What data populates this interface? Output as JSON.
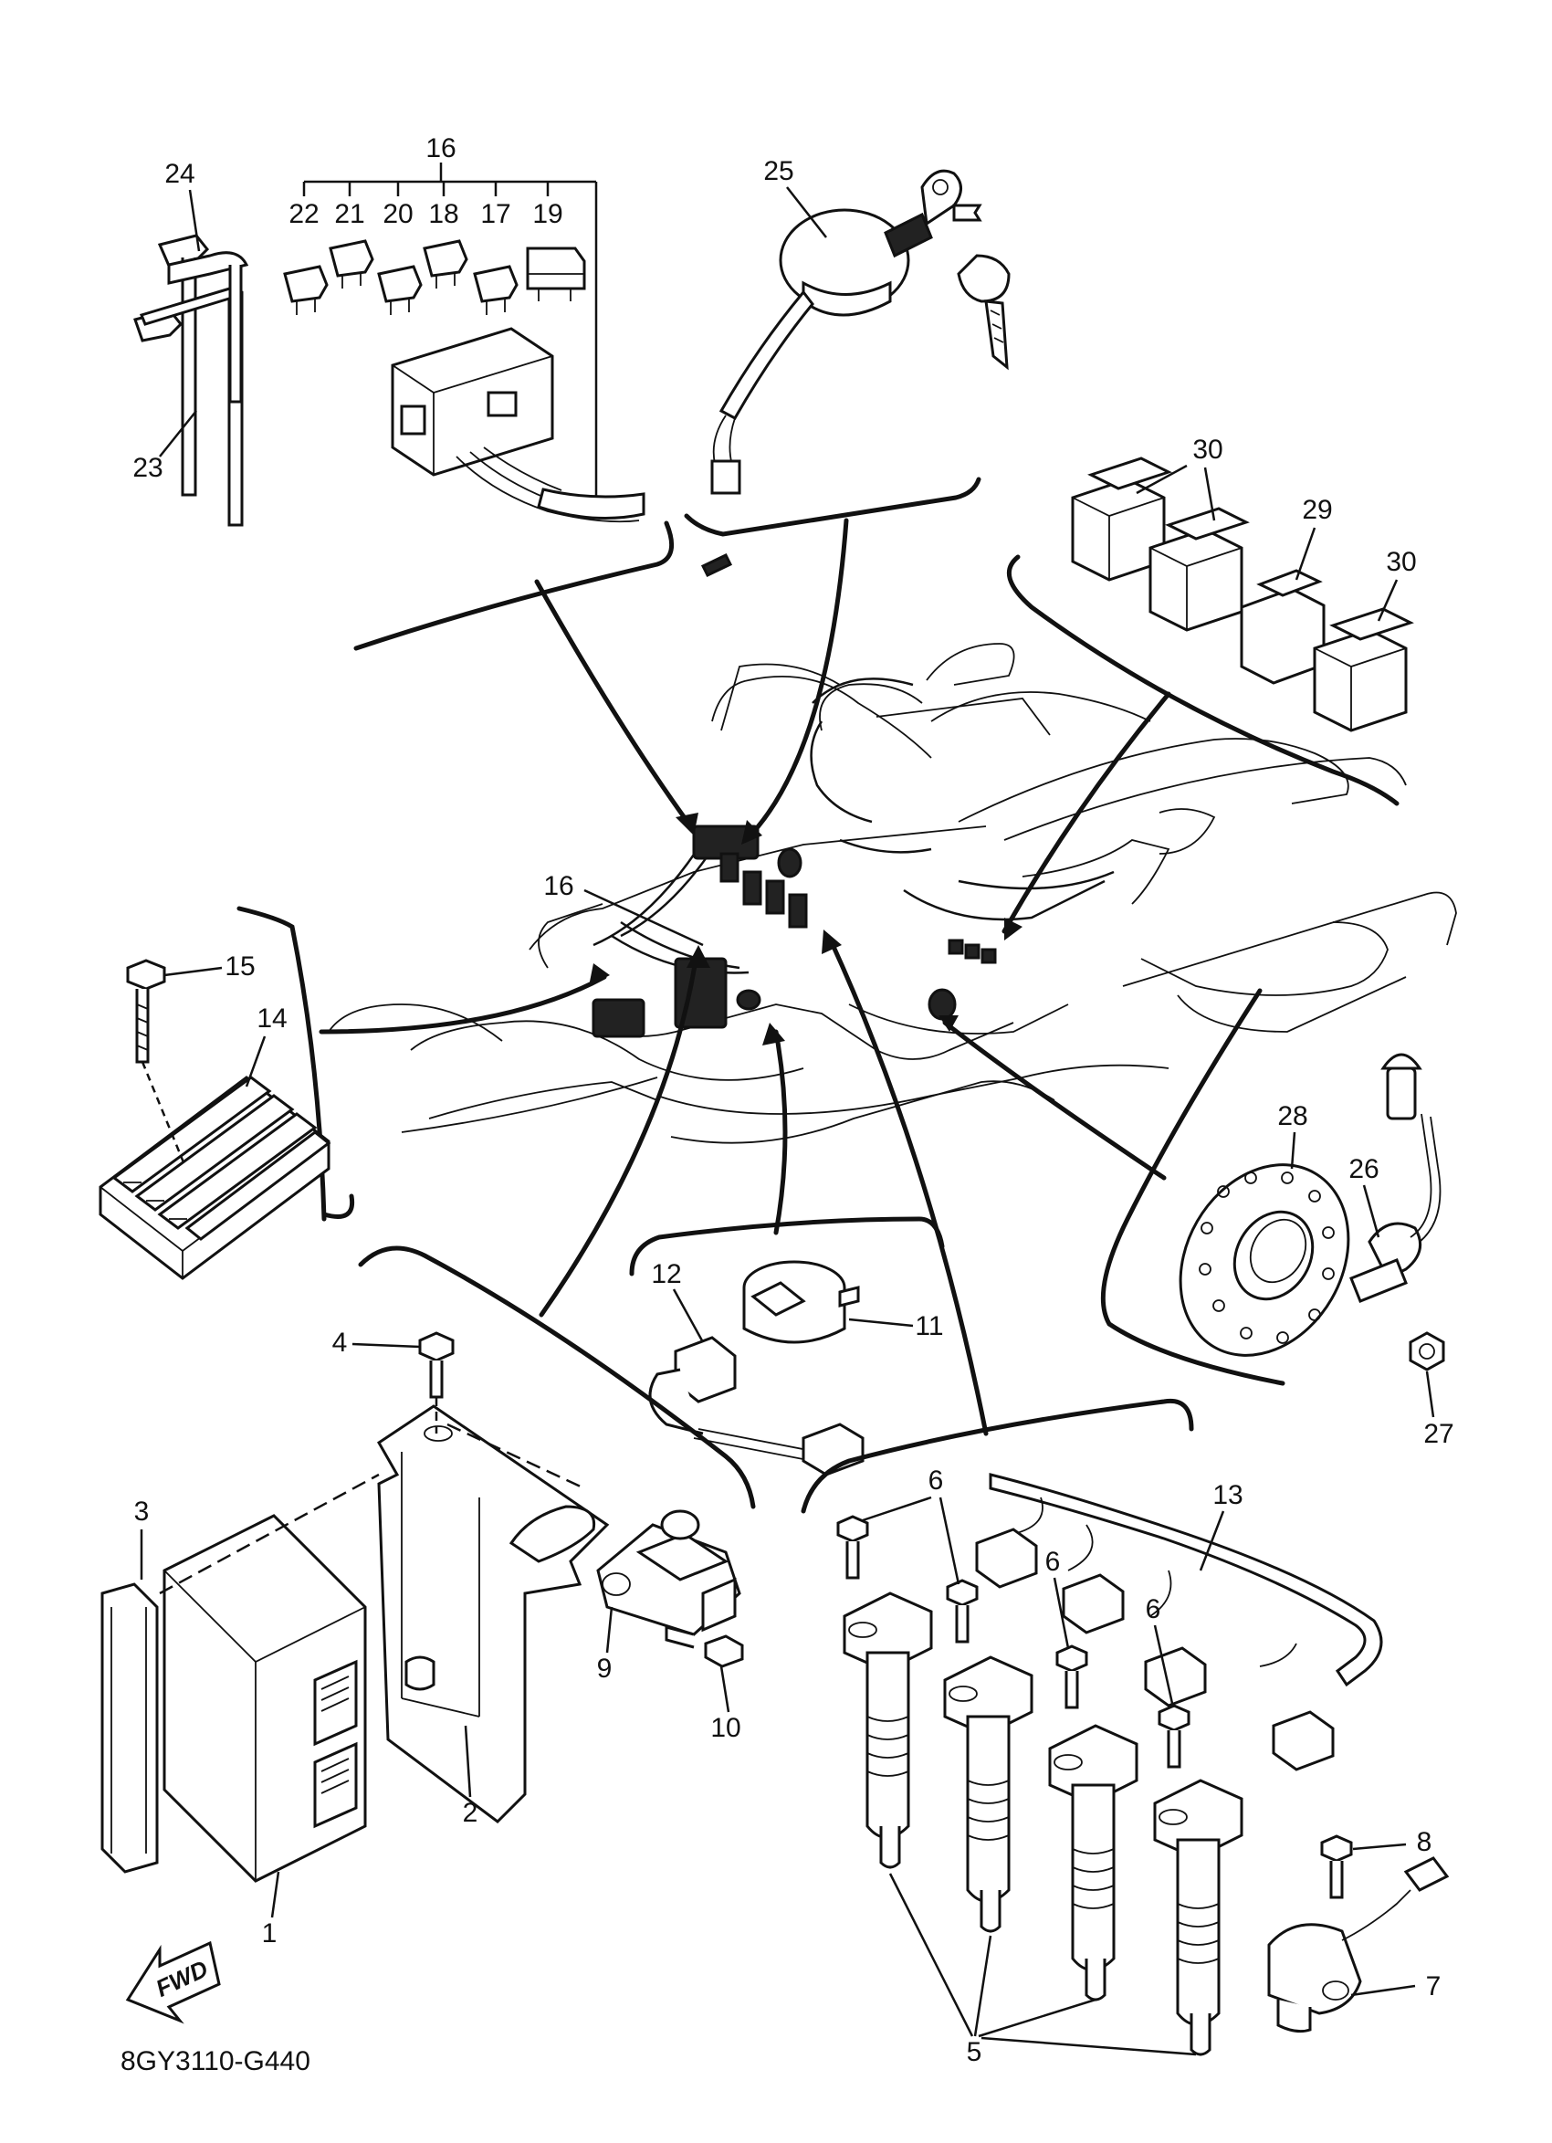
{
  "diagram": {
    "code": "8GY3110-G440",
    "fwd_label": "FWD",
    "callouts": [
      {
        "id": "c16-top",
        "text": "16"
      },
      {
        "id": "c22",
        "text": "22"
      },
      {
        "id": "c21",
        "text": "21"
      },
      {
        "id": "c20",
        "text": "20"
      },
      {
        "id": "c18",
        "text": "18"
      },
      {
        "id": "c17",
        "text": "17"
      },
      {
        "id": "c19",
        "text": "19"
      },
      {
        "id": "c24",
        "text": "24"
      },
      {
        "id": "c23",
        "text": "23"
      },
      {
        "id": "c25",
        "text": "25"
      },
      {
        "id": "c30a",
        "text": "30"
      },
      {
        "id": "c29",
        "text": "29"
      },
      {
        "id": "c30b",
        "text": "30"
      },
      {
        "id": "c16-mid",
        "text": "16"
      },
      {
        "id": "c15",
        "text": "15"
      },
      {
        "id": "c14",
        "text": "14"
      },
      {
        "id": "c28",
        "text": "28"
      },
      {
        "id": "c26",
        "text": "26"
      },
      {
        "id": "c27",
        "text": "27"
      },
      {
        "id": "c12",
        "text": "12"
      },
      {
        "id": "c11",
        "text": "11"
      },
      {
        "id": "c4",
        "text": "4"
      },
      {
        "id": "c3",
        "text": "3"
      },
      {
        "id": "c9",
        "text": "9"
      },
      {
        "id": "c10",
        "text": "10"
      },
      {
        "id": "c2",
        "text": "2"
      },
      {
        "id": "c1",
        "text": "1"
      },
      {
        "id": "c6a",
        "text": "6"
      },
      {
        "id": "c13",
        "text": "13"
      },
      {
        "id": "c6b",
        "text": "6"
      },
      {
        "id": "c6c",
        "text": "6"
      },
      {
        "id": "c8",
        "text": "8"
      },
      {
        "id": "c7",
        "text": "7"
      },
      {
        "id": "c5",
        "text": "5"
      }
    ]
  }
}
